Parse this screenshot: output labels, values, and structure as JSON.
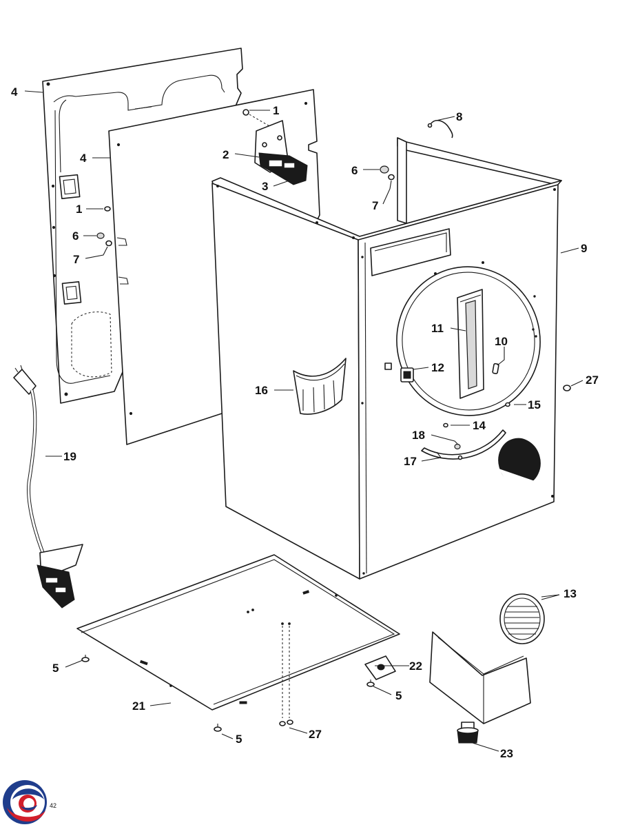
{
  "colors": {
    "line": "#1a1a1a",
    "logo_blue": "#1f3d8c",
    "logo_red": "#d21f2b"
  },
  "logo": {
    "icon": "brand-swirl-logo"
  },
  "page_number": "42",
  "callouts": {
    "c4a": "4",
    "c4b": "4",
    "c1a": "1",
    "c1b": "1",
    "c2": "2",
    "c3": "3",
    "c6a": "6",
    "c6b": "6",
    "c7a": "7",
    "c7b": "7",
    "c8": "8",
    "c9": "9",
    "c10": "10",
    "c11": "11",
    "c12": "12",
    "c13": "13",
    "c14": "14",
    "c15": "15",
    "c16": "16",
    "c17": "17",
    "c18": "18",
    "c19": "19",
    "c21": "21",
    "c22": "22",
    "c23": "23",
    "c27a": "27",
    "c27b": "27",
    "c5a": "5",
    "c5b": "5",
    "c5c": "5"
  }
}
